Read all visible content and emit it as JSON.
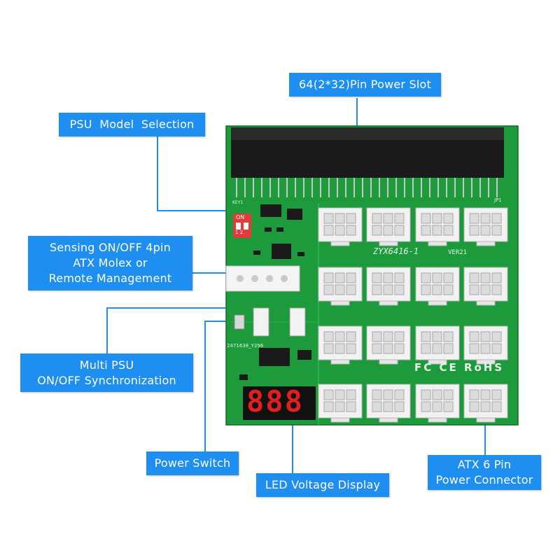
{
  "labels": {
    "power_slot": "64(2*32)Pin Power Slot",
    "psu_model": "PSU  Model  Selection",
    "sensing": [
      "Sensing ON/OFF 4pin",
      "ATX Molex or",
      "Remote Management"
    ],
    "multi_psu": [
      "Multi PSU",
      "ON/OFF Synchronization"
    ],
    "power_switch": "Power Switch",
    "led_display": "LED Voltage Display",
    "atx_connector": [
      "ATX 6 Pin",
      "Power Connector"
    ]
  },
  "board": {
    "model": "ZYX6416-1",
    "version": "VER21",
    "jp1": "JP1",
    "key": "KEY1",
    "dip_on": "ON",
    "dip_numbers": "1 2",
    "batch": "2471638_Y296",
    "display_digits": "888",
    "certifications": "FC CE RoHS"
  },
  "colors": {
    "label_bg": "#1e8ff0",
    "board_green": "#1c9a3c",
    "connector_white": "#f2f2f2"
  }
}
